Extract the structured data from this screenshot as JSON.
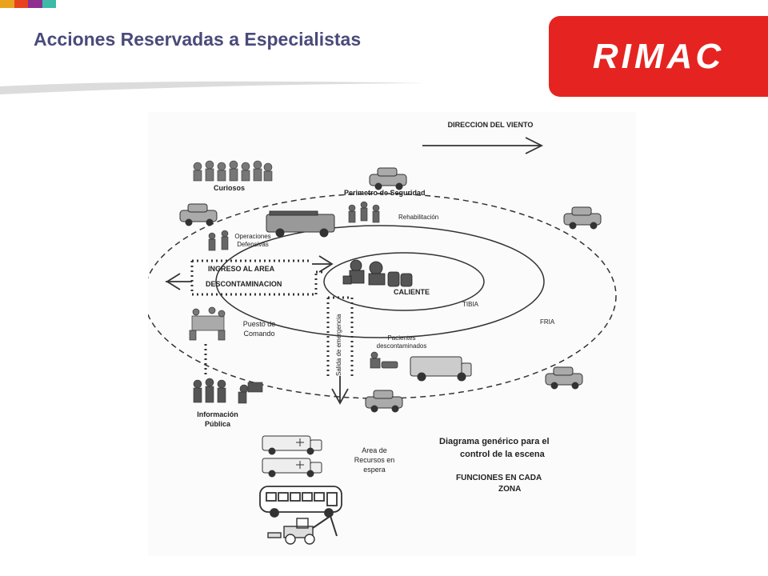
{
  "header": {
    "title": "Acciones Reservadas a Especialistas",
    "accent_colors": [
      "#e8a21e",
      "#e8431f",
      "#8e2e8f",
      "#3fb9a8"
    ],
    "title_color": "#4a4a7a"
  },
  "logo": {
    "text": "RIMAC",
    "background": "#e52421"
  },
  "diagram": {
    "wind_direction": "DIRECCION DEL VIENTO",
    "curiosos": "Curiosos",
    "perimetro": "Perimetro de Seguridad",
    "rehabilitacion": "Rehabilitación",
    "operaciones": "Operaciones Defensivas",
    "ingreso": "INGRESO AL AREA",
    "descontaminacion": "DESCONTAMINACION",
    "caliente": "CALIENTE",
    "tibia": "TIBIA",
    "fria": "FRIA",
    "puesto": "Puesto de Comando",
    "salida": "Salida de emergencia",
    "pacientes": "Pacientes descontaminados",
    "informacion": "Información Pública",
    "area_recursos": "Area de Recursos en espera",
    "caption_line1": "Diagrama genérico para el",
    "caption_line2": "control de la escena",
    "funciones_line1": "FUNCIONES EN CADA",
    "funciones_line2": "ZONA"
  }
}
